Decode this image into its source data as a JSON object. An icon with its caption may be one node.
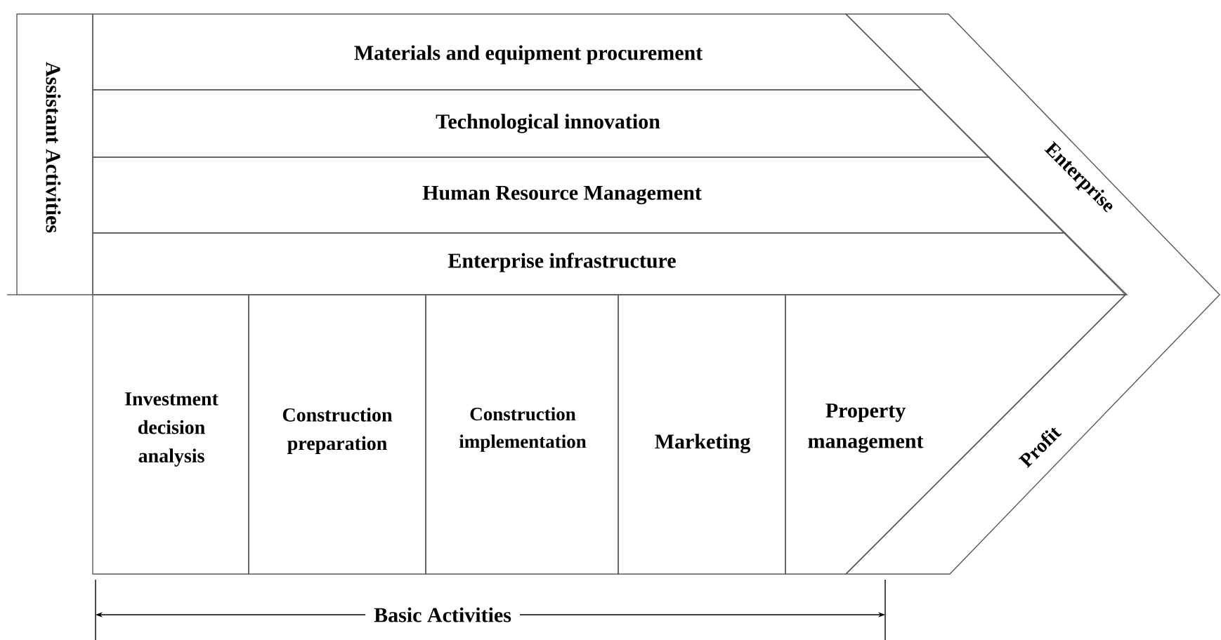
{
  "diagram": {
    "nodes": [
      {
        "text": [
          "Assistant Activities"
        ]
      },
      {
        "text": [
          "Materials and equipment procurement"
        ]
      },
      {
        "text": [
          "Technological innovation"
        ]
      },
      {
        "text": [
          "Human Resource Management"
        ]
      },
      {
        "text": [
          "Enterprise infrastructure"
        ]
      },
      {
        "text": [
          "Investment decision analysis"
        ]
      },
      {
        "text": [
          "Construction preparation"
        ]
      },
      {
        "text": [
          "Construction implementation"
        ]
      },
      {
        "text": [
          "Marketing"
        ]
      },
      {
        "text": [
          "Property management"
        ]
      },
      {
        "text": [
          "Enterprise",
          "Profit"
        ]
      }
    ],
    "labels": [
      "Basic Activities"
    ]
  }
}
